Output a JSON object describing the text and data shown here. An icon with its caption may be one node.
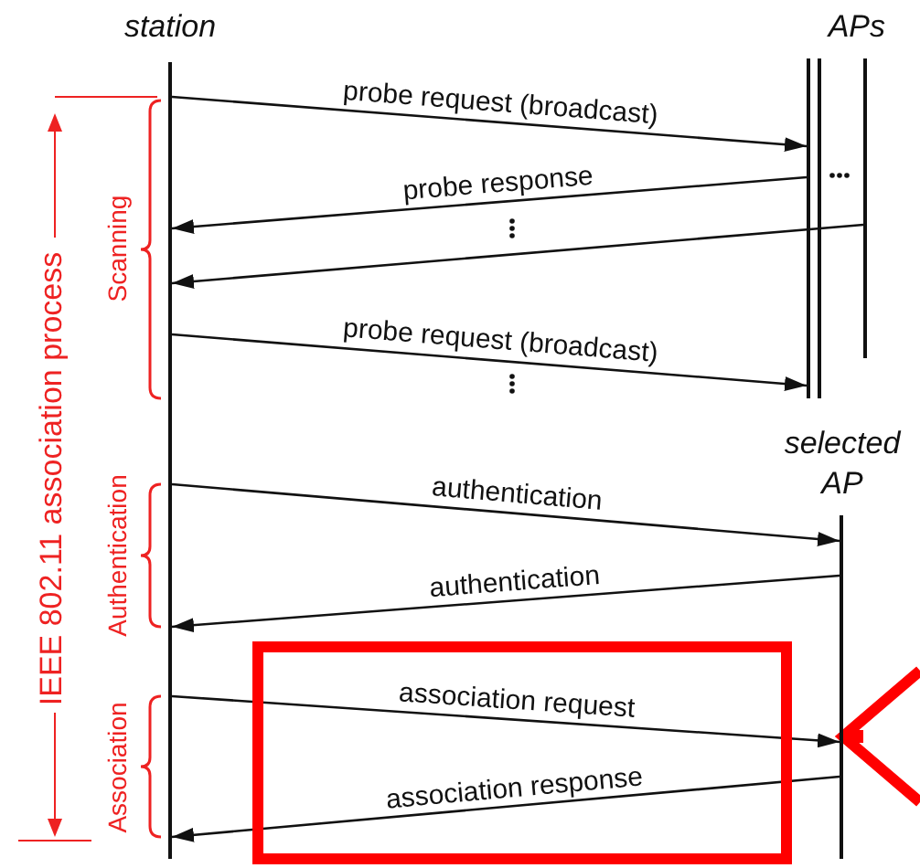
{
  "diagram": {
    "nodes": [
      {
        "text": [
          "station"
        ]
      },
      {
        "text": [
          "APs"
        ]
      },
      {
        "text": [],
        "shape": "bar"
      },
      {
        "text": [],
        "shape": "bar"
      },
      {
        "text": [
          "selected AP"
        ]
      }
    ],
    "edges": [
      {
        "from": 0,
        "to": 1,
        "arrow": "to",
        "label": "probe request (broadcast)"
      },
      {
        "from": 1,
        "to": 0,
        "arrow": "to",
        "label": "probe response"
      },
      {
        "from": 3,
        "to": 0,
        "arrow": "to"
      },
      {
        "from": 0,
        "to": 1,
        "arrow": "to",
        "label": "probe request (broadcast)"
      },
      {
        "from": 0,
        "to": 4,
        "arrow": "to",
        "label": "authentication"
      },
      {
        "from": 4,
        "to": 0,
        "arrow": "to",
        "label": "authentication"
      },
      {
        "from": 0,
        "to": 4,
        "arrow": "to",
        "label": "association request"
      },
      {
        "from": 4,
        "to": 0,
        "arrow": "to",
        "label": "association response"
      },
      {
        "from": null,
        "to": 4,
        "arrow": "to",
        "style": "thick",
        "color": "#ff0000"
      }
    ],
    "labels": [
      "IEEE 802.11 association process",
      "Scanning",
      "Authentication",
      "Association"
    ]
  }
}
